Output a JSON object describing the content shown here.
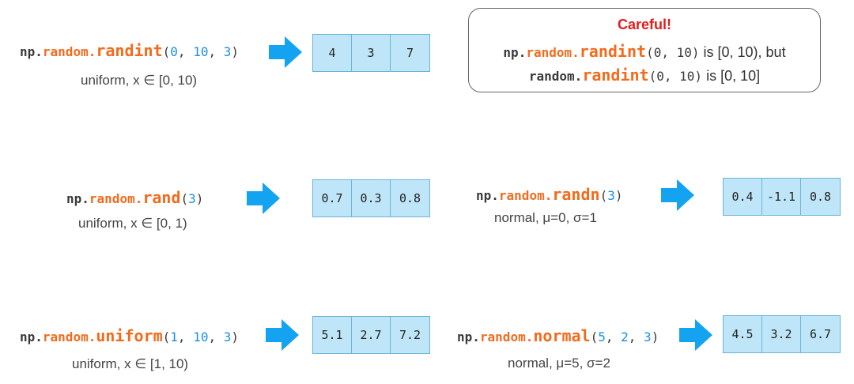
{
  "colors": {
    "code_prefix": "#3a3a3a",
    "function": "#f26b1d",
    "number_arg": "#1a8fe3",
    "arrow": "#14a3f0",
    "array_fill": "#bfe6f8",
    "array_border": "#6ab4d6",
    "warning": "#e21c1c"
  },
  "examples": [
    {
      "prefix": "np.",
      "module": "random.",
      "func": "randint",
      "open": "(",
      "args": [
        "0",
        "10",
        "3"
      ],
      "close": ")",
      "caption": "uniform, x ∈ [0, 10)",
      "values": [
        "4",
        "3",
        "7"
      ]
    },
    {
      "prefix": "np.",
      "module": "random.",
      "func": "rand",
      "open": "(",
      "args": [
        "3"
      ],
      "close": ")",
      "caption": "uniform, x ∈ [0, 1)",
      "values": [
        "0.7",
        "0.3",
        "0.8"
      ]
    },
    {
      "prefix": "np.",
      "module": "random.",
      "func": "randn",
      "open": "(",
      "args": [
        "3"
      ],
      "close": ")",
      "caption": "normal, μ=0,  σ=1",
      "values": [
        "0.4",
        "-1.1",
        "0.8"
      ]
    },
    {
      "prefix": "np.",
      "module": "random.",
      "func": "uniform",
      "open": "(",
      "args": [
        "1",
        "10",
        "3"
      ],
      "close": ")",
      "caption": "uniform, x ∈ [1, 10)",
      "values": [
        "5.1",
        "2.7",
        "7.2"
      ]
    },
    {
      "prefix": "np.",
      "module": "random.",
      "func": "normal",
      "open": "(",
      "args": [
        "5",
        "2",
        "3"
      ],
      "close": ")",
      "caption": "normal, μ=5,  σ=2",
      "values": [
        "4.5",
        "3.2",
        "6.7"
      ]
    }
  ],
  "callout": {
    "title": "Careful!",
    "line1": {
      "prefix": "np.",
      "module": "random.",
      "func": "randint",
      "open": "(",
      "args": [
        "0",
        "10"
      ],
      "close": ")",
      "text": " is [0, 10), but"
    },
    "line2": {
      "prefix": "random.",
      "func": "randint",
      "open": "(",
      "args": [
        "0",
        "10"
      ],
      "close": ")",
      "text": " is [0, 10]"
    }
  }
}
